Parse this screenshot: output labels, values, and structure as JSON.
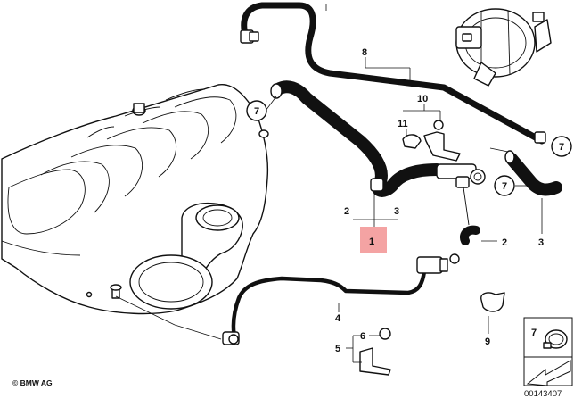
{
  "callouts": {
    "n1": "1",
    "n2a": "2",
    "n2b": "2",
    "n3a": "3",
    "n3b": "3",
    "n4": "4",
    "n5": "5",
    "n6": "6",
    "n7": "7",
    "n8": "8",
    "n9": "9",
    "n10": "10",
    "n11": "11"
  },
  "circle_ref": "7",
  "highlight_color": "#f4a3a3",
  "copyright": "© BMW AG",
  "diagram_number": "00143407",
  "legend_box": {
    "number": "7"
  }
}
